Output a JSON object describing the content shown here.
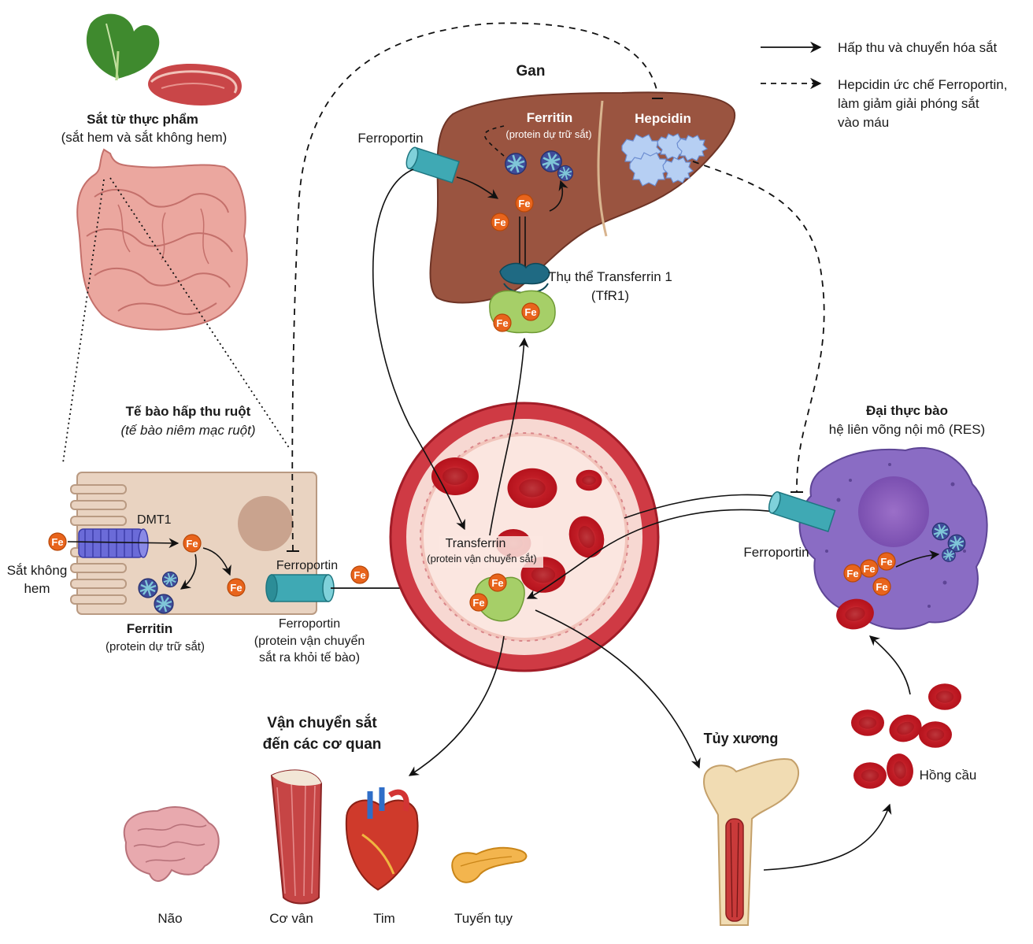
{
  "legend": {
    "solid_label": "Hấp thu và chuyển hóa sắt",
    "dashed_line1": "Hepcidin ức chế Ferroportin,",
    "dashed_line2": "làm giảm giải phóng sắt",
    "dashed_line3": "vào máu"
  },
  "food": {
    "line1": "Sắt từ thực phẩm",
    "line2": "(sắt hem và sắt không hem)"
  },
  "liver": {
    "title": "Gan",
    "ferritin": "Ferritin",
    "ferritin_sub": "(protein dự trữ sắt)",
    "hepcidin": "Hepcidin",
    "ferroportin": "Ferroportin",
    "tfr_line1": "Thụ thể Transferrin 1",
    "tfr_line2": "(TfR1)"
  },
  "enterocyte": {
    "title": "Tế bào hấp thu ruột",
    "subtitle": "(tế bào niêm mạc ruột)",
    "dmt1": "DMT1",
    "nonheme_line1": "Sắt không",
    "nonheme_line2": "hem",
    "ferritin": "Ferritin",
    "ferritin_sub": "(protein dự trữ sắt)",
    "ferroportin": "Ferroportin",
    "ferroportin_line1": "Ferroportin",
    "ferroportin_line2": "(protein vận chuyển",
    "ferroportin_line3": "sắt ra khỏi tế bào)"
  },
  "blood": {
    "transferrin": "Transferrin",
    "transferrin_sub": "(protein vận chuyển sắt)"
  },
  "macrophage": {
    "title": "Đại thực bào",
    "subtitle": "hệ liên võng nội mô (RES)",
    "ferroportin": "Ferroportin"
  },
  "organs": {
    "title_line1": "Vận chuyển sắt",
    "title_line2": "đến các cơ quan",
    "brain": "Não",
    "muscle": "Cơ vân",
    "heart": "Tim",
    "pancreas": "Tuyến tụy"
  },
  "marrow": {
    "title": "Tủy xương"
  },
  "rbc": {
    "title": "Hồng cầu"
  },
  "fe_symbol": "Fe",
  "colors": {
    "fe_orange": "#e8641c",
    "liver_brown": "#9a5440",
    "ferroportin_teal": "#3fa9b4",
    "macrophage_purple": "#8a6cc4",
    "rbc_red": "#c8232c",
    "transferrin_green": "#a6cf68",
    "dmt1_blue": "#5a5ad0",
    "hepcidin_blue": "#a9c4ef"
  }
}
